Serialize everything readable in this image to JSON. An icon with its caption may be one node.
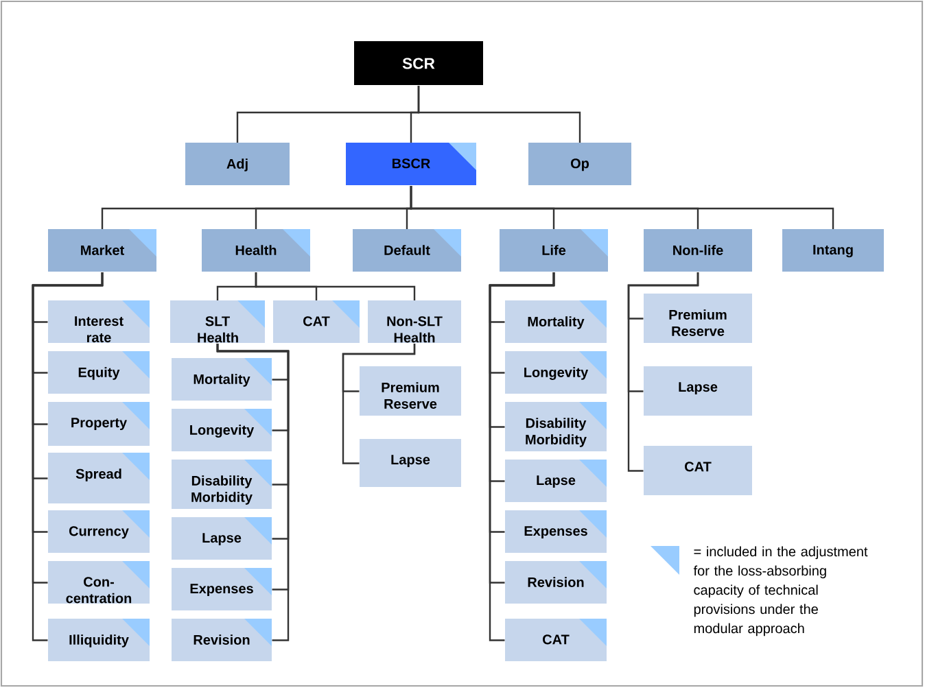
{
  "diagram": {
    "nodes": [
      {
        "text": [
          "SCR"
        ]
      },
      {
        "text": [
          "Adj"
        ]
      },
      {
        "text": [
          "BSCR"
        ]
      },
      {
        "text": [
          "Op"
        ]
      },
      {
        "text": [
          "Market"
        ]
      },
      {
        "text": [
          "Health"
        ]
      },
      {
        "text": [
          "Default"
        ]
      },
      {
        "text": [
          "Life"
        ]
      },
      {
        "text": [
          "Non-life"
        ]
      },
      {
        "text": [
          "Intang"
        ]
      },
      {
        "text": [
          "Interest rate"
        ]
      },
      {
        "text": [
          "Equity"
        ]
      },
      {
        "text": [
          "Property"
        ]
      },
      {
        "text": [
          "Spread"
        ]
      },
      {
        "text": [
          "Currency"
        ]
      },
      {
        "text": [
          "Con-centration"
        ]
      },
      {
        "text": [
          "Illiquidity"
        ]
      },
      {
        "text": [
          "SLT Health"
        ]
      },
      {
        "text": [
          "CAT"
        ]
      },
      {
        "text": [
          "Non-SLT Health"
        ]
      },
      {
        "text": [
          "Mortality"
        ]
      },
      {
        "text": [
          "Longevity"
        ]
      },
      {
        "text": [
          "Disability Morbidity"
        ]
      },
      {
        "text": [
          "Lapse"
        ]
      },
      {
        "text": [
          "Expenses"
        ]
      },
      {
        "text": [
          "Revision"
        ]
      },
      {
        "text": [
          "Premium Reserve"
        ]
      },
      {
        "text": [
          "Lapse"
        ]
      },
      {
        "text": [
          "Mortality"
        ]
      },
      {
        "text": [
          "Longevity"
        ]
      },
      {
        "text": [
          "Disability Morbidity"
        ]
      },
      {
        "text": [
          "Lapse"
        ]
      },
      {
        "text": [
          "Expenses"
        ]
      },
      {
        "text": [
          "Revision"
        ]
      },
      {
        "text": [
          "CAT"
        ]
      },
      {
        "text": [
          "Premium Reserve"
        ]
      },
      {
        "text": [
          "Lapse"
        ]
      },
      {
        "text": [
          "CAT"
        ]
      }
    ],
    "edges": [
      {
        "from": 0,
        "to": 1,
        "arrow": "none"
      },
      {
        "from": 0,
        "to": 2,
        "arrow": "none"
      },
      {
        "from": 0,
        "to": 3,
        "arrow": "none"
      },
      {
        "from": 2,
        "to": 4,
        "arrow": "none"
      },
      {
        "from": 2,
        "to": 5,
        "arrow": "none"
      },
      {
        "from": 2,
        "to": 6,
        "arrow": "none"
      },
      {
        "from": 2,
        "to": 7,
        "arrow": "none"
      },
      {
        "from": 2,
        "to": 8,
        "arrow": "none"
      },
      {
        "from": 2,
        "to": 9,
        "arrow": "none"
      },
      {
        "from": 4,
        "to": 10,
        "arrow": "none"
      },
      {
        "from": 4,
        "to": 11,
        "arrow": "none"
      },
      {
        "from": 4,
        "to": 12,
        "arrow": "none"
      },
      {
        "from": 4,
        "to": 13,
        "arrow": "none"
      },
      {
        "from": 4,
        "to": 14,
        "arrow": "none"
      },
      {
        "from": 4,
        "to": 15,
        "arrow": "none"
      },
      {
        "from": 4,
        "to": 16,
        "arrow": "none"
      },
      {
        "from": 5,
        "to": 17,
        "arrow": "none"
      },
      {
        "from": 5,
        "to": 18,
        "arrow": "none"
      },
      {
        "from": 5,
        "to": 19,
        "arrow": "none"
      },
      {
        "from": 17,
        "to": 20,
        "arrow": "none"
      },
      {
        "from": 17,
        "to": 21,
        "arrow": "none"
      },
      {
        "from": 17,
        "to": 22,
        "arrow": "none"
      },
      {
        "from": 17,
        "to": 23,
        "arrow": "none"
      },
      {
        "from": 17,
        "to": 24,
        "arrow": "none"
      },
      {
        "from": 17,
        "to": 25,
        "arrow": "none"
      },
      {
        "from": 19,
        "to": 26,
        "arrow": "none"
      },
      {
        "from": 19,
        "to": 27,
        "arrow": "none"
      },
      {
        "from": 7,
        "to": 28,
        "arrow": "none"
      },
      {
        "from": 7,
        "to": 29,
        "arrow": "none"
      },
      {
        "from": 7,
        "to": 30,
        "arrow": "none"
      },
      {
        "from": 7,
        "to": 31,
        "arrow": "none"
      },
      {
        "from": 7,
        "to": 32,
        "arrow": "none"
      },
      {
        "from": 7,
        "to": 33,
        "arrow": "none"
      },
      {
        "from": 7,
        "to": 34,
        "arrow": "none"
      },
      {
        "from": 8,
        "to": 35,
        "arrow": "none"
      },
      {
        "from": 8,
        "to": 36,
        "arrow": "none"
      },
      {
        "from": 8,
        "to": 37,
        "arrow": "none"
      }
    ],
    "legend": [
      {
        "text": "= included in the adjustment for the loss-absorbing capacity of technical provisions under the modular approach",
        "color": "#99ccff"
      }
    ]
  }
}
